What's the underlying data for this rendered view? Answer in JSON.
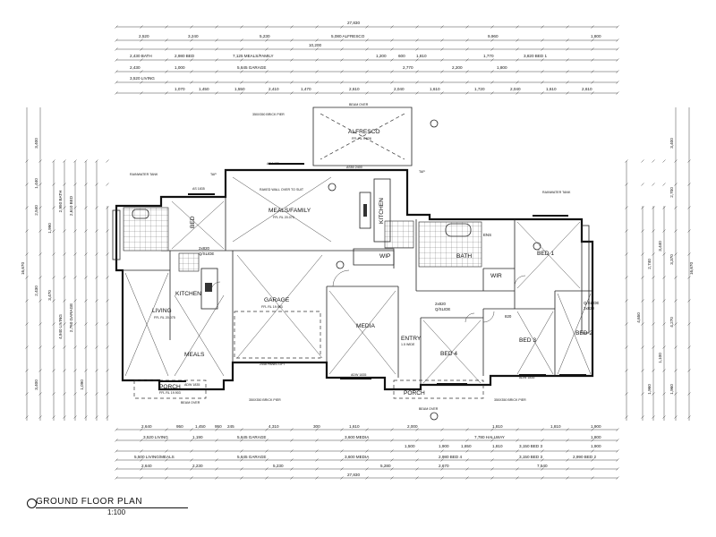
{
  "drawing": {
    "title": "GROUND FLOOR PLAN",
    "scale": "1:100"
  },
  "rooms": {
    "alfresco": "ALFRESCO",
    "alfresco_rl": "FFL RL 9.828",
    "meals_family": "MEALS/FAMILY",
    "meals_family_rl": "FFL RL 20.075",
    "kitchen_main": "KITCHEN",
    "wip": "WIP",
    "bath": "BATH",
    "ens": "ENS",
    "wir": "WIR",
    "bed1": "BED 1",
    "bed2": "BED 2",
    "bed3": "BED 3",
    "bed4": "BED 4",
    "media": "MEDIA",
    "entry": "ENTRY",
    "entry_w": "1.5 WIDE",
    "garage": "GARAGE",
    "garage_rl": "FFL RL 19.903",
    "garage_door": "2448 PANEL LIFT",
    "porch_main": "PORCH",
    "porch_left": "PORCH",
    "porch_left_rl": "FFL RL 19.903",
    "bed_left": "BED",
    "kitchen_left": "KITCHEN",
    "living": "LIVING",
    "living_rl": "FFL RL 20.075",
    "meals_left": "MEALS",
    "slide_left": "2x820",
    "slide_left2": "Q/SLIDE",
    "slide_mid": "2x820",
    "slide_mid2": "Q/SLIDE",
    "slide_right": "2x820",
    "slide_right2": "Q/SLIDE",
    "dw": "820",
    "beam_over": "BEAM OVER"
  },
  "notes": {
    "rainwater_tank_left": "RAINWATER TANK",
    "rainwater_tank_right": "RAINWATER TANK",
    "brick_pier_top": "350X350 BRICK PIER",
    "brick_pier_bottom_left": "350X350 BRICK PIER",
    "brick_pier_bottom_right": "350X350 BRICK PIER",
    "raked_wall": "RAKED WALL OVER TO SUIT",
    "tap": "TAP",
    "adw_1": "ADW 1835",
    "adw_2": "ADW 1835",
    "adw_3": "ADW 1835",
    "as_1": "AS 1835",
    "as_2": "AS 1435",
    "asso": "AS50 2400"
  },
  "dims": {
    "overall": "27,830",
    "top_row1": [
      "2,520",
      "3,240",
      "5,230",
      "5,080 ALFRESCO",
      "9,960",
      "1,800"
    ],
    "top_row1b": "10,200",
    "top_row2": [
      "2,430 BATH",
      "2,980 BED",
      "7,125 MEALS/FAMILY",
      "1,200",
      "600",
      "1,810",
      "1,770",
      "3,820 BED 1"
    ],
    "top_row3": [
      "2,430",
      "1,000",
      "5,645 GARAGE",
      "2,770",
      "2,200",
      "1,800"
    ],
    "top_row4": [
      "3,520 LIVING",
      "1,070",
      "1,450",
      "1,550",
      "2,410",
      "1,470",
      "2,610",
      "2,040",
      "1,610",
      "1,720",
      "2,040",
      "1,610",
      "2,610"
    ],
    "bottom_row1": [
      "2,640",
      "950",
      "1,450",
      "950",
      "245",
      "4,310",
      "300",
      "1,610",
      "2,000",
      "1,810",
      "1,810",
      "1,900"
    ],
    "bottom_row2": [
      "3,520 LIVING",
      "1,190",
      "5,645 GARAGE",
      "3,600 MEDIA",
      "7,780 HALLWAY",
      "1,800"
    ],
    "bottom_row3": [
      "1,500",
      "1,900",
      "1,650",
      "1,810",
      "3,150 BED 3",
      "1,900"
    ],
    "bottom_row4": [
      "5,500 LIVING/MEALS",
      "5,645 GARAGE",
      "3,600 MEDIA",
      "2,980 BED 4",
      "3,150 BED 3",
      "2,990 BED 2"
    ],
    "bottom_row5": [
      "2,640",
      "2,230",
      "5,230",
      "5,280",
      "2,670",
      "7,540"
    ],
    "bottom_overall": "27,830",
    "left_overall": "16,670",
    "right_overall": "16,670",
    "left_a": [
      "3,400",
      "1,440",
      "2,540",
      "2,430",
      "2,950 BATH",
      "1,990",
      "2,610 BED",
      "3,400"
    ],
    "left_b": [
      "3,470",
      "4,940 LIVING",
      "2,760 GARAGE",
      "1,090"
    ],
    "right_a": [
      "3,400",
      "2,700",
      "3,370",
      "4,270",
      "1,960"
    ],
    "right_b": [
      "3,440",
      "2,740",
      "4,650",
      "1,100",
      "1,960"
    ]
  }
}
